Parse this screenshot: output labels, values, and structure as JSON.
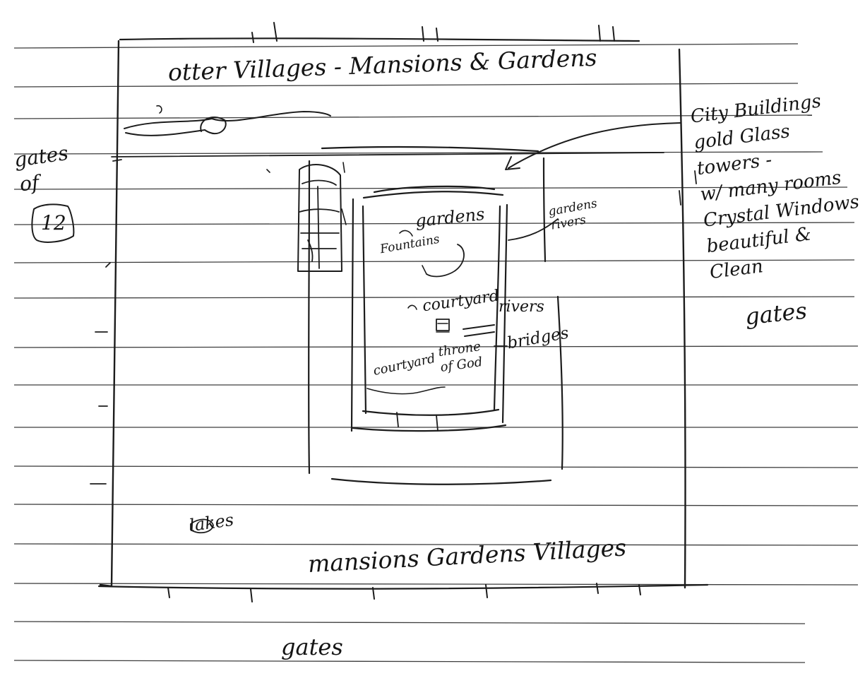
{
  "labels": {
    "title": "otter Villages - Mansions & Gardens",
    "bottom": "mansions Gardens Villages",
    "gates_bottom": "gates",
    "gates_right": "gates",
    "gates_left": "gates",
    "of": "of",
    "twelve": "12",
    "lakes": "lakes",
    "city_lines": [
      "City Buildings",
      "gold Glass",
      "towers -",
      "w/ many rooms",
      "Crystal Windows",
      "beautiful &",
      "Clean"
    ],
    "gardens": "gardens",
    "fountains": "Fountains",
    "gardens_rivers": [
      "gardens",
      "rivers"
    ],
    "courtyard_top": "courtyard",
    "rivers": "rivers",
    "bridges": "bridges",
    "courtyard_bottom": "courtyard",
    "throne": [
      "throne",
      "of God"
    ]
  },
  "colors": {
    "ink": "#1c1c1c",
    "paper": "#ffffff",
    "rule": "#3d3d3d"
  }
}
